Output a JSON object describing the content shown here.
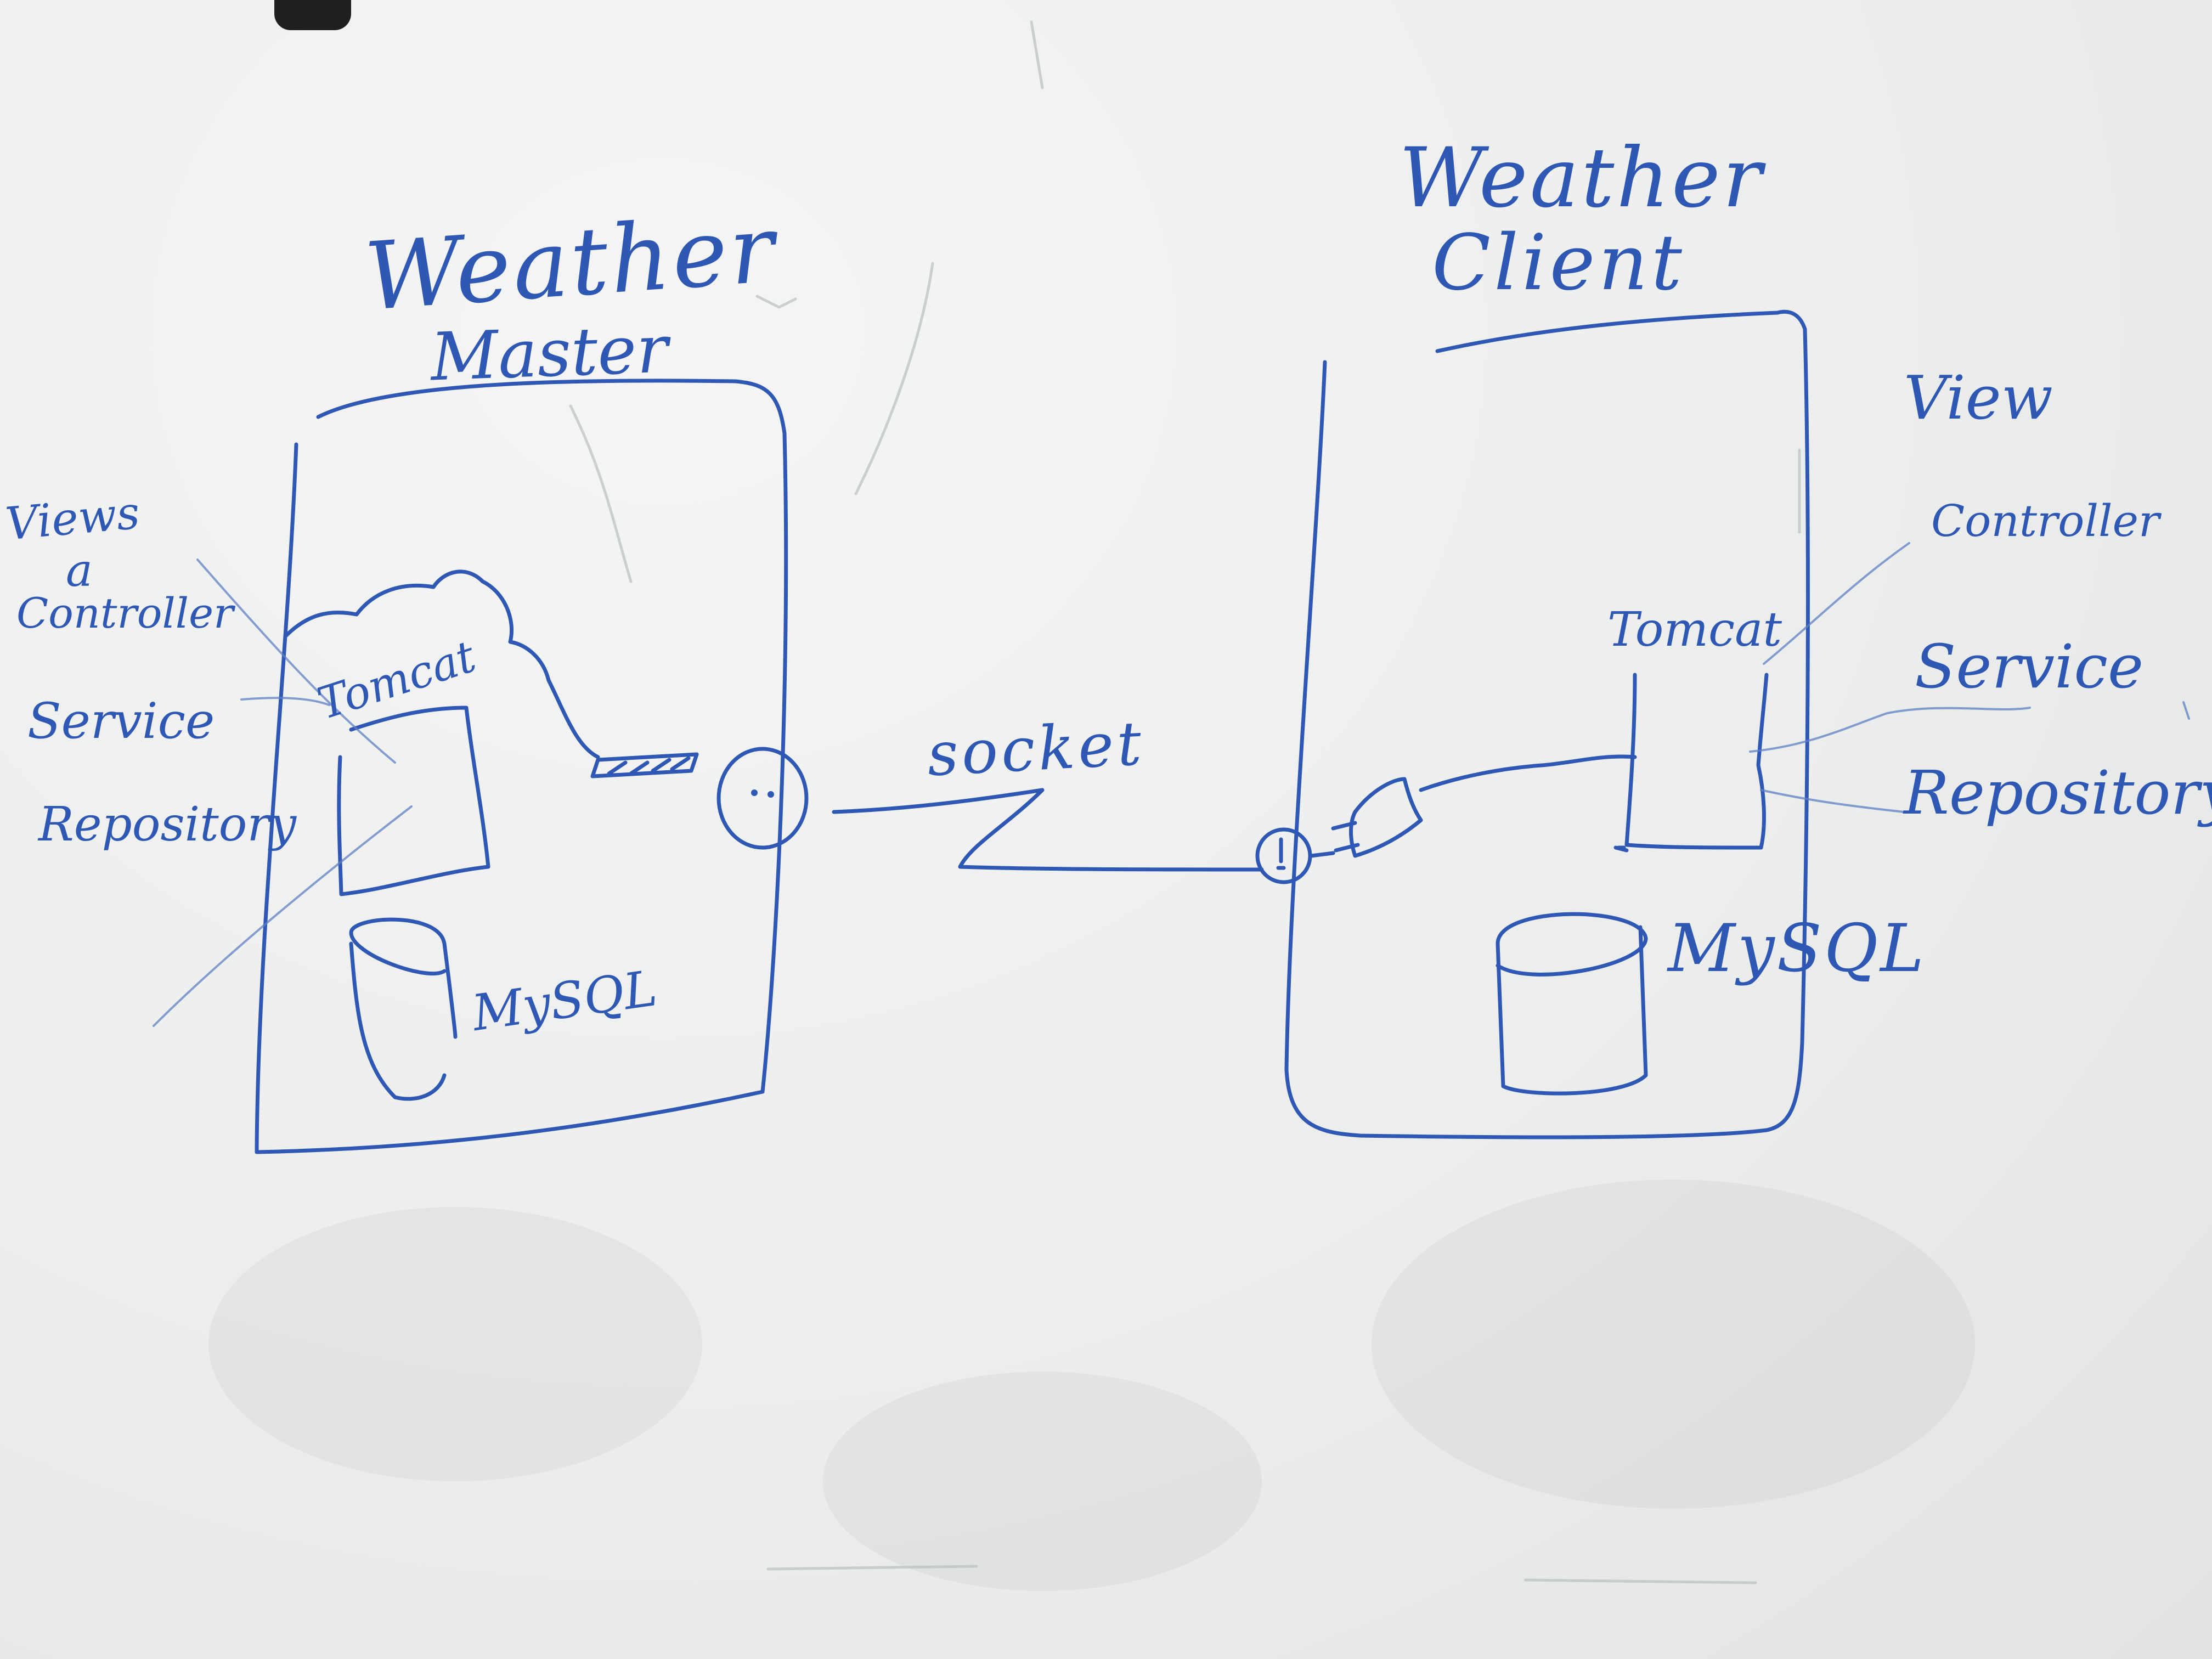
{
  "board": {
    "ink_color": "#2f58b4",
    "background_color": "#eceeed"
  },
  "master": {
    "title_line1": "Weather",
    "title_line2": "Master",
    "server_label": "Tomcat",
    "db_label": "MySQL",
    "layers": {
      "views": "Views",
      "and": "a",
      "controller": "Controller",
      "service": "Service",
      "repository": "Repository"
    }
  },
  "link": {
    "label": "socket"
  },
  "client": {
    "title_line1": "Weather",
    "title_line2": "Client",
    "server_label": "Tomcat",
    "db_label": "MySQL",
    "layers": {
      "view": "View",
      "controller": "Controller",
      "service": "Service",
      "repository": "Repository"
    }
  }
}
